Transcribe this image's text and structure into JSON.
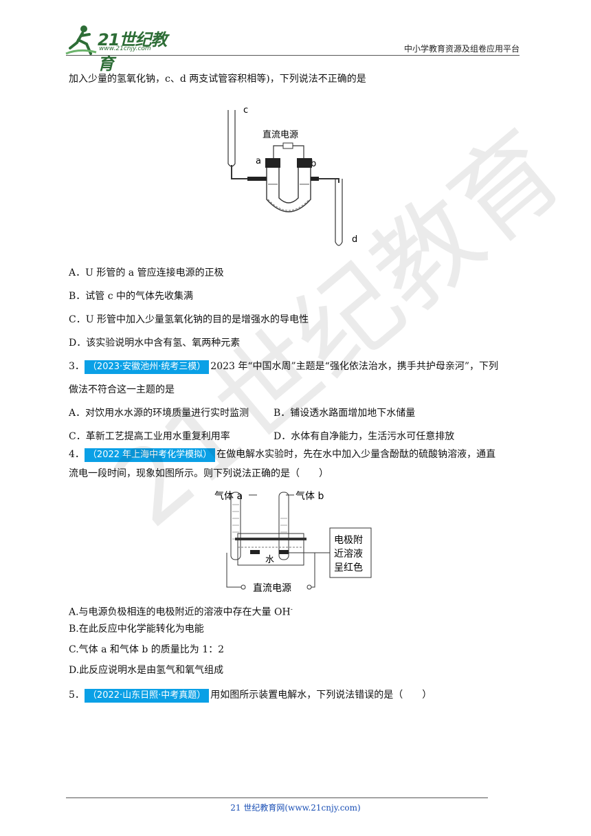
{
  "header": {
    "logo_text": "21世纪教育",
    "logo_sub": "www.21cnjy.com",
    "platform": "中小学教育资源及组卷应用平台"
  },
  "q2": {
    "intro_tail": "加入少量的氢氧化钠，c、d 两支试管容积相等)，下列说法不正确的是",
    "figure": {
      "label_c": "c",
      "label_d": "d",
      "label_a": "a",
      "label_b": "b",
      "power": "直流电源"
    },
    "options": [
      "A．U 形管的 a 管应连接电源的正极",
      "B．试管 c 中的气体先收集满",
      "C．U 形管中加入少量氢氧化钠的目的是增强水的导电性",
      "D．该实验说明水中含有氢、氧两种元素"
    ]
  },
  "q3": {
    "num": "3．",
    "tag": "（2023·安徽池州·统考三模）",
    "stem1": "2023 年“中国水周”主题是“强化依法治水，携手共护母亲河”，下列",
    "stem2": "做法不符合这一主题的是",
    "opt_a": "A．对饮用水水源的环境质量进行实时监测",
    "opt_b": "B．铺设透水路面增加地下水储量",
    "opt_c": "C．革新工艺提高工业用水重复利用率",
    "opt_d": "D．水体有自净能力，生活污水可任意排放"
  },
  "q4": {
    "num": "4．",
    "tag": "（2022 年上海中考化学模拟）",
    "stem1": "在做电解水实验时，先在水中加入少量含酚酞的硫酸钠溶液，通直",
    "stem2": "流电一段时间，现象如图所示。则下列说法正确的是（　　）",
    "figure": {
      "gas_a": "气体 a",
      "gas_b": "气体 b",
      "water": "水",
      "power": "直流电源",
      "box_line1": "电极附",
      "box_line2": "近溶液",
      "box_line3": "呈红色"
    },
    "options": [
      "A.与电源负极相连的电极附近的溶液中存在大量 OH",
      "B.在此反应中化学能转化为电能",
      "C.气体 a 和气体 b 的质量比为 1：2",
      "D.此反应说明水是由氢气和氧气组成"
    ],
    "superscript": "-"
  },
  "q5": {
    "num": "5．",
    "tag": "（2022·山东日照·中考真题）",
    "stem": "用如图所示装置电解水，下列说法错误的是（　　）"
  },
  "watermark": "21世纪教育",
  "footer": "21 世纪教育网(www.21cnjy.com)"
}
